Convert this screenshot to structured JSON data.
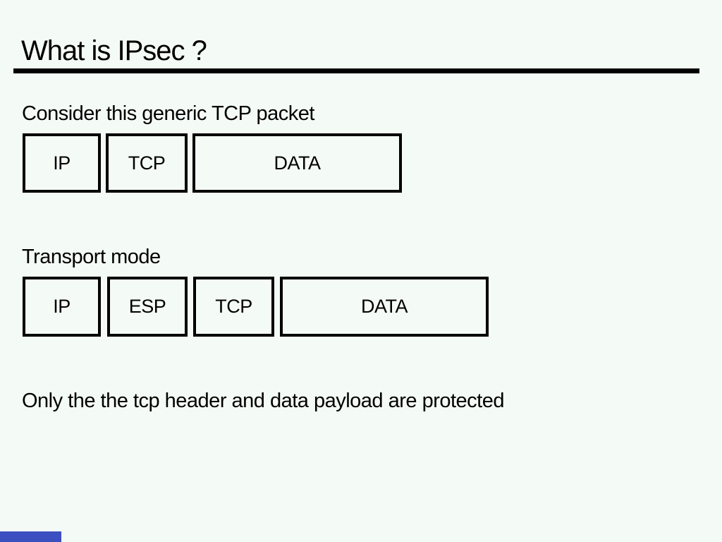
{
  "slide": {
    "title": "What is IPsec ?",
    "intro": {
      "label": "Consider this generic TCP packet"
    },
    "generic_packet": {
      "boxes": [
        "IP",
        "TCP",
        "DATA"
      ]
    },
    "transport": {
      "label": "Transport mode"
    },
    "transport_packet": {
      "boxes": [
        "IP",
        "ESP",
        "TCP",
        "DATA"
      ]
    },
    "note": "Only the the tcp header and data payload are protected",
    "colors": {
      "background": "#f4faf6",
      "ink": "#000000",
      "gauge_blue": "#3b4fc0"
    }
  }
}
